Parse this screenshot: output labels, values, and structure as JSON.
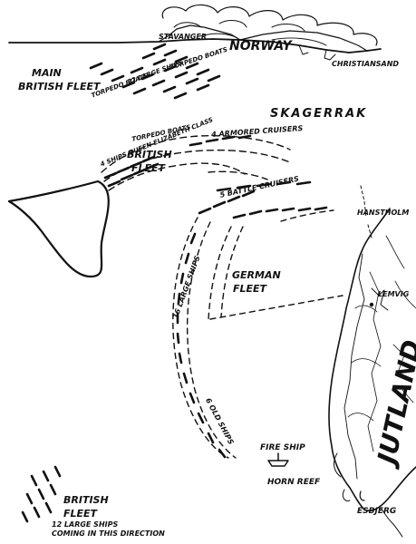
{
  "map": {
    "regions": {
      "norway": "NORWAY",
      "jutland": "JUTLAND",
      "skagerrak": "SKAGERRAK"
    },
    "places": {
      "stavanger": "STAVANGER",
      "christiansand": "CHRISTIANSAND",
      "hanstholm": "HANSTHOLM",
      "lemvig": "LEMVIG",
      "esbjerg": "ESBJERG",
      "horn_reef": "HORN REEF"
    },
    "fleets": {
      "main_british_line1": "MAIN",
      "main_british_line2": "BRITISH FLEET",
      "british_center_line1": "BRITISH",
      "british_center_line2": "FLEET",
      "german_line1": "GERMAN",
      "german_line2": "FLEET",
      "british_south_line1": "BRITISH",
      "british_south_line2": "FLEET"
    },
    "squadrons": {
      "torpedo_boats_north_top": "TORPEDO BOATS",
      "large_ships_north": "22 LARGE SHIPS",
      "torpedo_boats_north_bottom": "TORPEDO BOATS",
      "torpedo_boats_center": "TORPEDO BOATS",
      "queen_elizabeth": "4 SHIPS QUEEN ELIZABETH CLASS",
      "armored_cruisers": "4 ARMORED CRUISERS",
      "battle_cruisers": "5 BATTLE CRUISERS",
      "large_ships_german": "16 LARGE SHIPS",
      "old_ships": "6 OLD SHIPS",
      "fire_ship": "FIRE SHIP"
    },
    "notes": {
      "south_line1": "12 LARGE SHIPS",
      "south_line2": "COMING IN THIS DIRECTION"
    },
    "colors": {
      "ink": "#111111",
      "paper": "#ffffff"
    }
  }
}
